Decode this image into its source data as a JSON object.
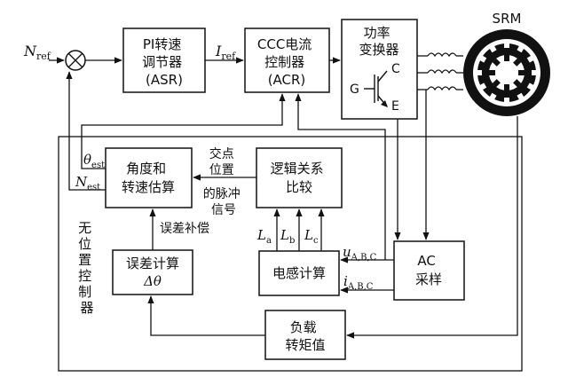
{
  "signals": {
    "n_ref": {
      "main": "N",
      "sub": "ref"
    },
    "i_ref": {
      "main": "I",
      "sub": "ref"
    },
    "theta_est": {
      "main": "θ",
      "sub": "est"
    },
    "n_est": {
      "main": "N",
      "sub": "est"
    },
    "u_abc": {
      "main": "u",
      "sub": "A,B,C"
    },
    "i_abc": {
      "main": "i",
      "sub": "A,B,C"
    },
    "la": {
      "main": "L",
      "sub": "a"
    },
    "lb": {
      "main": "L",
      "sub": "b"
    },
    "lc": {
      "main": "L",
      "sub": "c"
    }
  },
  "blocks": {
    "asr": [
      "PI转速",
      "调节器",
      "(ASR)"
    ],
    "acr": [
      "CCC电流",
      "控制器",
      "(ACR)"
    ],
    "converter": [
      "功率",
      "变换器"
    ],
    "angle_est": [
      "角度和",
      "转速估算"
    ],
    "logic_compare": [
      "逻辑关系",
      "比较"
    ],
    "error_calc": [
      "误差计算"
    ],
    "inductance_calc": [
      "电感计算"
    ],
    "ac_sampling": [
      "AC",
      "采样"
    ],
    "load_torque": [
      "负载",
      "转矩值"
    ]
  },
  "labels": {
    "srm": "SRM",
    "transistor_c": "C",
    "transistor_g": "G",
    "transistor_e": "E",
    "delta_theta": "Δθ",
    "intersection_pulse": [
      "交点",
      "位置",
      "的脉冲",
      "信号"
    ],
    "error_compensation": "误差补偿",
    "sensorless_control": [
      "无",
      "位",
      "置",
      "控",
      "制",
      "器"
    ]
  }
}
